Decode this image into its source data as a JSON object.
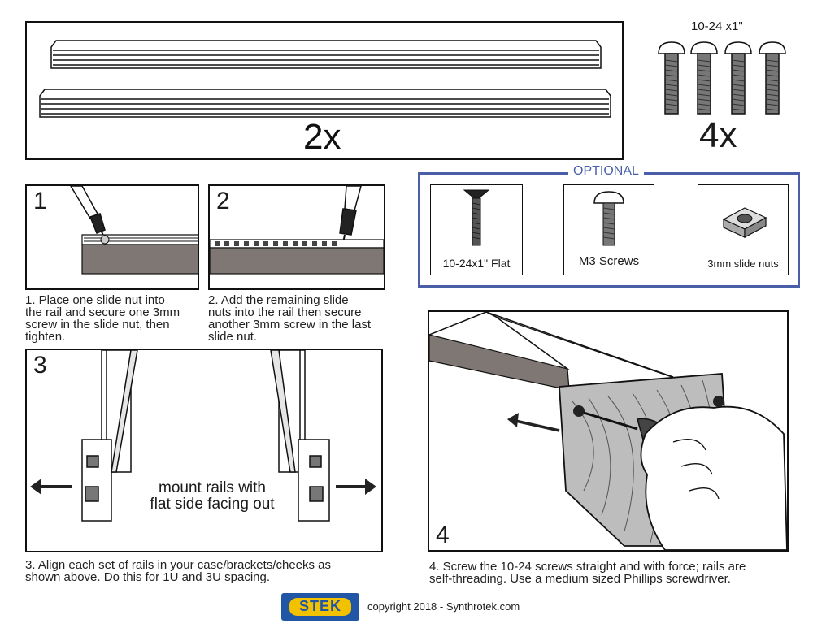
{
  "parts": {
    "rails_qty": "2x",
    "screws_spec": "10-24 x1\"",
    "screws_qty": "4x"
  },
  "optional": {
    "title": "OPTIONAL",
    "items": [
      {
        "label": "10-24x1\" Flat",
        "icon": "flat-head-screw-icon"
      },
      {
        "label": "M3 Screws",
        "icon": "m3-screw-icon"
      },
      {
        "label": "3mm slide nuts",
        "icon": "slide-nut-icon"
      }
    ]
  },
  "steps": [
    {
      "number": "1",
      "text_lines": [
        "1. Place one slide nut into",
        "the rail and secure one 3mm",
        "screw in the slide nut, then",
        "tighten."
      ]
    },
    {
      "number": "2",
      "text_lines": [
        "2. Add the remaining slide",
        "nuts into the rail then secure",
        "another 3mm screw in the last",
        "slide nut."
      ]
    },
    {
      "number": "3",
      "callout_lines": [
        "mount rails with",
        "flat side facing out"
      ],
      "text_lines": [
        "3. Align each set of rails in your case/brackets/cheeks as",
        "shown above. Do this for 1U and 3U spacing."
      ]
    },
    {
      "number": "4",
      "text_lines": [
        "4. Screw the 10-24 screws straight and with force; rails are",
        "self-threading.  Use a medium sized Phillips screwdriver."
      ]
    }
  ],
  "footer": {
    "logo_text": "STEK",
    "copyright": "copyright 2018 - Synthrotek.com"
  },
  "colors": {
    "rail_face": "#7f7773",
    "optional_border": "#4a5fa8",
    "logo_bg": "#2155a6",
    "logo_text": "#f2c200"
  }
}
